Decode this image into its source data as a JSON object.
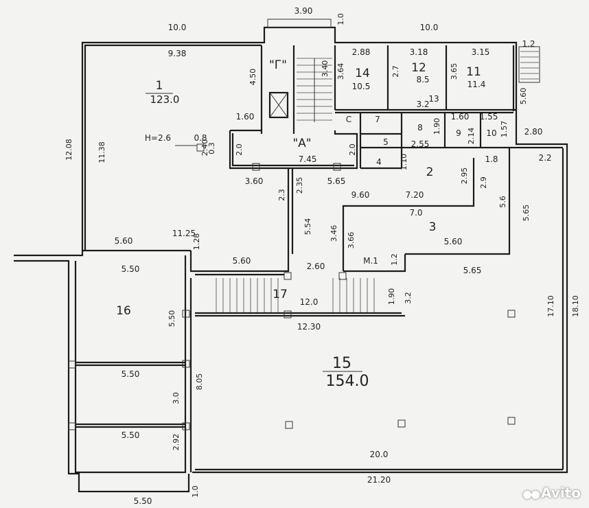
{
  "rooms": [
    {
      "id": "r1",
      "number": "1",
      "area": "123.0"
    },
    {
      "id": "rA",
      "number": "\"А\"",
      "area": "7.45"
    },
    {
      "id": "rG",
      "number": "\"Г\"",
      "area": ""
    },
    {
      "id": "r14",
      "number": "14",
      "area": "10.5"
    },
    {
      "id": "r12",
      "number": "12",
      "area": "8.5"
    },
    {
      "id": "r11",
      "number": "11",
      "area": "11.4"
    },
    {
      "id": "r13",
      "number": "13",
      "area": ""
    },
    {
      "id": "r7",
      "number": "7",
      "area": ""
    },
    {
      "id": "r8",
      "number": "8",
      "area": ""
    },
    {
      "id": "r9",
      "number": "9",
      "area": ""
    },
    {
      "id": "r10",
      "number": "10",
      "area": ""
    },
    {
      "id": "r5",
      "number": "5",
      "area": ""
    },
    {
      "id": "r4",
      "number": "4",
      "area": ""
    },
    {
      "id": "r2",
      "number": "2",
      "area": ""
    },
    {
      "id": "r3",
      "number": "3",
      "area": ""
    },
    {
      "id": "r17",
      "number": "17",
      "area": ""
    },
    {
      "id": "r16",
      "number": "16",
      "area": ""
    },
    {
      "id": "r15",
      "number": "15",
      "area": "154.0"
    }
  ],
  "notes": {
    "height": "Н=2.6",
    "c": "С",
    "m1": "М.1"
  },
  "dimensions": [
    "3.90",
    "10.0",
    "9.38",
    "10.0",
    "1.2",
    "1.0",
    "2.88",
    "3.18",
    "3.15",
    "3.64",
    "2.7",
    "3.65",
    "4.50",
    "3.40",
    "3.2",
    "1.60",
    "1.60",
    "1.55",
    "1.57",
    "2.80",
    "5.60",
    "0.8",
    "0.3",
    "2.40",
    "2.0",
    "2.0",
    "1.90",
    "2.14",
    "2.55",
    "1.10",
    "12.08",
    "11.38",
    "3.60",
    "5.65",
    "2.3",
    "2.35",
    "1.8",
    "2.2",
    "2.95",
    "2.9",
    "9.60",
    "7.20",
    "7.0",
    "5.6",
    "5.65",
    "5.54",
    "3.46",
    "3.66",
    "11.25",
    "5.60",
    "5.60",
    "1.28",
    "5.50",
    "5.60",
    "2.60",
    "1.2",
    "5.65",
    "1.90",
    "3.2",
    "12.0",
    "12.30",
    "5.50",
    "17.10",
    "18.10",
    "5.50",
    "8.05",
    "3.0",
    "5.50",
    "2.92",
    "20.0",
    "21.20",
    "1.0",
    "5.50"
  ],
  "watermark": "Avito"
}
